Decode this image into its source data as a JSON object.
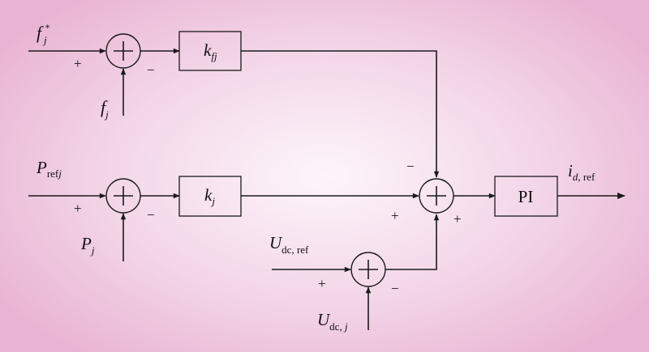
{
  "colors": {
    "line": "#1a1a1a",
    "bg_center": "#fdf5fa",
    "bg_edge": "#e9b4d3"
  },
  "blocks": {
    "kf": {
      "main": "k",
      "sub": "fj"
    },
    "k": {
      "main": "k",
      "sub": "j"
    },
    "pi": {
      "label": "PI"
    }
  },
  "signals": {
    "f_ref": {
      "main": "f",
      "sub": "j",
      "sup": "*"
    },
    "f": {
      "main": "f",
      "sub": "j"
    },
    "p_ref": {
      "main": "P",
      "sub": "ref",
      "sub2": "j"
    },
    "p": {
      "main": "P",
      "sub": "j"
    },
    "udc_ref": {
      "main": "U",
      "sub": "dc, ref"
    },
    "udc": {
      "main": "U",
      "sub": "dc, ",
      "sub2": "j"
    },
    "id_ref": {
      "main": "i",
      "sub": "d",
      "sub_rest": ", ref"
    }
  },
  "signs": {
    "plus": "+",
    "minus": "−"
  }
}
